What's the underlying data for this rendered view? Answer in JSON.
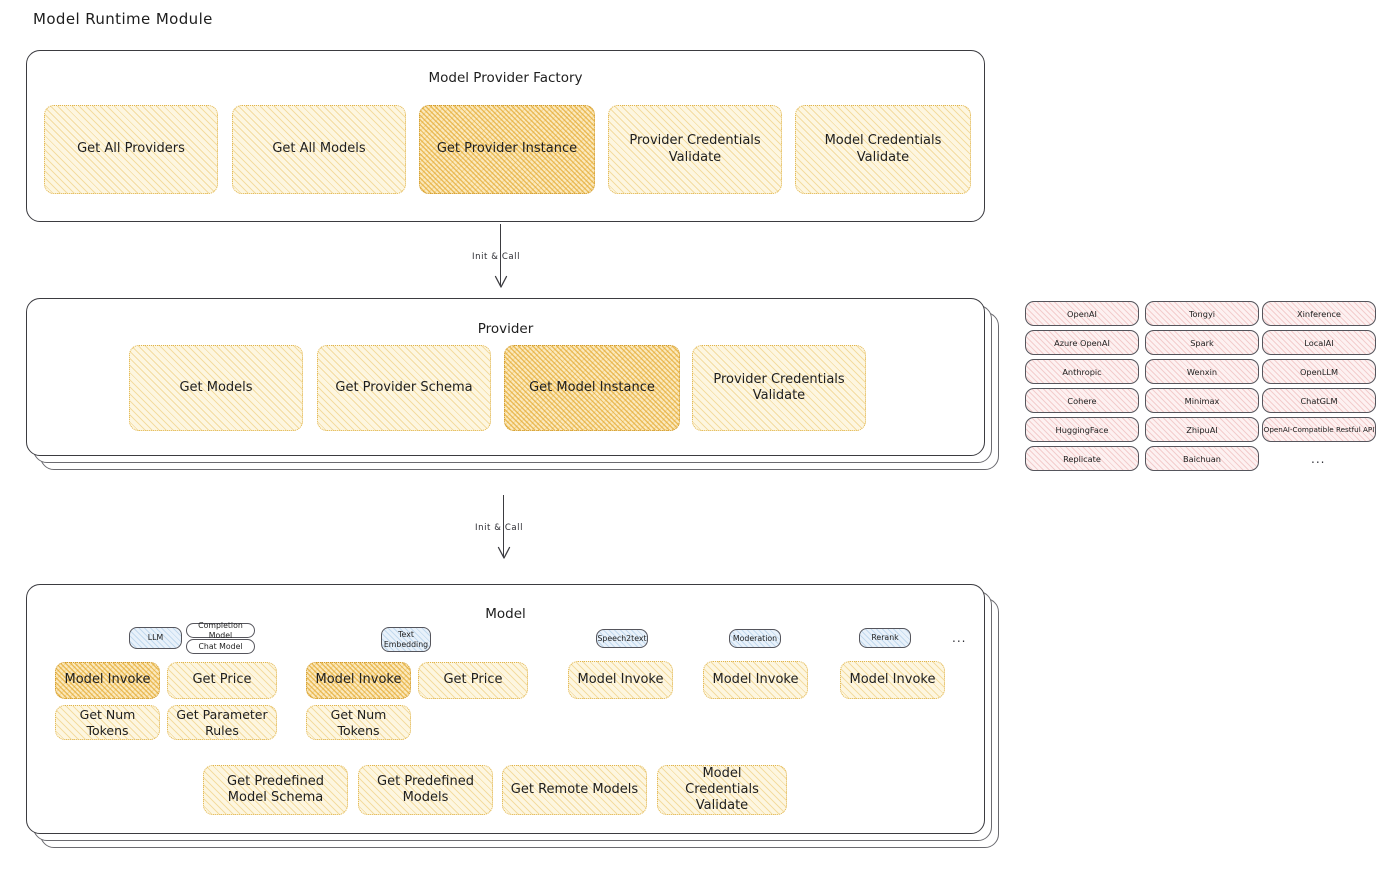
{
  "page": {
    "title": "Model Runtime Module"
  },
  "factory": {
    "title": "Model Provider Factory",
    "methods": [
      {
        "label": "Get All Providers",
        "highlight": false
      },
      {
        "label": "Get All Models",
        "highlight": false
      },
      {
        "label": "Get Provider Instance",
        "highlight": true
      },
      {
        "label": "Provider Credentials Validate",
        "highlight": false
      },
      {
        "label": "Model Credentials Validate",
        "highlight": false
      }
    ]
  },
  "arrows": [
    {
      "label": "Init & Call"
    },
    {
      "label": "Init & Call"
    }
  ],
  "provider": {
    "title": "Provider",
    "methods": [
      {
        "label": "Get Models",
        "highlight": false
      },
      {
        "label": "Get Provider Schema",
        "highlight": false
      },
      {
        "label": "Get Model Instance",
        "highlight": true
      },
      {
        "label": "Provider Credentials Validate",
        "highlight": false
      }
    ]
  },
  "provider_list": {
    "columns": [
      [
        "OpenAI",
        "Azure OpenAI",
        "Anthropic",
        "Cohere",
        "HuggingFace",
        "Replicate"
      ],
      [
        "Tongyi",
        "Spark",
        "Wenxin",
        "Minimax",
        "ZhipuAI",
        "Baichuan"
      ],
      [
        "Xinference",
        "LocalAI",
        "OpenLLM",
        "ChatGLM",
        "OpenAI-Compatible Restful API"
      ]
    ],
    "more": "..."
  },
  "model": {
    "title": "Model",
    "more": "...",
    "types": [
      {
        "name": "LLM",
        "sub_badges": [
          "Completion Model",
          "Chat Model"
        ],
        "methods": [
          {
            "label": "Model Invoke",
            "highlight": true
          },
          {
            "label": "Get Price",
            "highlight": false
          },
          {
            "label": "Get Num Tokens",
            "highlight": false
          },
          {
            "label": "Get Parameter Rules",
            "highlight": false
          }
        ]
      },
      {
        "name": "Text Embedding",
        "sub_badges": [],
        "methods": [
          {
            "label": "Model Invoke",
            "highlight": true
          },
          {
            "label": "Get Price",
            "highlight": false
          },
          {
            "label": "Get Num Tokens",
            "highlight": false
          }
        ]
      },
      {
        "name": "Speech2text",
        "sub_badges": [],
        "methods": [
          {
            "label": "Model Invoke",
            "highlight": false
          }
        ]
      },
      {
        "name": "Moderation",
        "sub_badges": [],
        "methods": [
          {
            "label": "Model Invoke",
            "highlight": false
          }
        ]
      },
      {
        "name": "Rerank",
        "sub_badges": [],
        "methods": [
          {
            "label": "Model Invoke",
            "highlight": false
          }
        ]
      }
    ],
    "common_methods": [
      {
        "label": "Get Predefined Model Schema"
      },
      {
        "label": "Get Predefined Models"
      },
      {
        "label": "Get Remote Models"
      },
      {
        "label": "Model Credentials Validate"
      }
    ]
  },
  "colors": {
    "stroke": "#3b3b40",
    "yellow_fill": "#fdf6e0",
    "yellow_highlight": "#fbe9bd",
    "pink_chip": "#fdf1f1",
    "blue_badge": "#e8f1fa"
  }
}
